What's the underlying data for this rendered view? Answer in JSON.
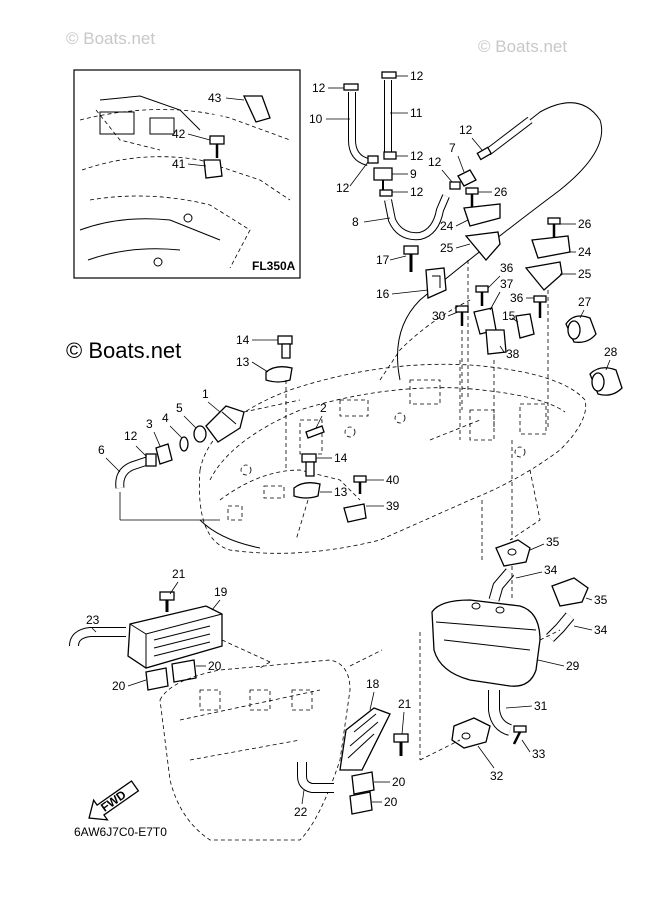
{
  "watermarks": {
    "top_left": "© Boats.net",
    "top_right": "© Boats.net",
    "middle_left": "© Boats.net"
  },
  "inset": {
    "code": "FL350A"
  },
  "footer_code": "6AW6J7C0-E7T0",
  "fwd_label": "FWD",
  "callouts": {
    "c1": "1",
    "c2": "2",
    "c3": "3",
    "c4": "4",
    "c5": "5",
    "c6": "6",
    "c7": "7",
    "c8": "8",
    "c9": "9",
    "c10": "10",
    "c11": "11",
    "c12a": "12",
    "c12b": "12",
    "c12c": "12",
    "c12d": "12",
    "c12e": "12",
    "c12f": "12",
    "c12g": "12",
    "c12h": "12",
    "c13a": "13",
    "c13b": "13",
    "c14a": "14",
    "c14b": "14",
    "c15": "15",
    "c16": "16",
    "c17": "17",
    "c18": "18",
    "c19": "19",
    "c20a": "20",
    "c20b": "20",
    "c20c": "20",
    "c20d": "20",
    "c21a": "21",
    "c21b": "21",
    "c22": "22",
    "c23": "23",
    "c24a": "24",
    "c24b": "24",
    "c25a": "25",
    "c25b": "25",
    "c26a": "26",
    "c26b": "26",
    "c27": "27",
    "c28": "28",
    "c29": "29",
    "c30": "30",
    "c31": "31",
    "c32": "32",
    "c33": "33",
    "c34a": "34",
    "c34b": "34",
    "c35a": "35",
    "c35b": "35",
    "c36a": "36",
    "c36b": "36",
    "c37": "37",
    "c38": "38",
    "c39": "39",
    "c40": "40",
    "c41": "41",
    "c42": "42",
    "c43": "43"
  }
}
